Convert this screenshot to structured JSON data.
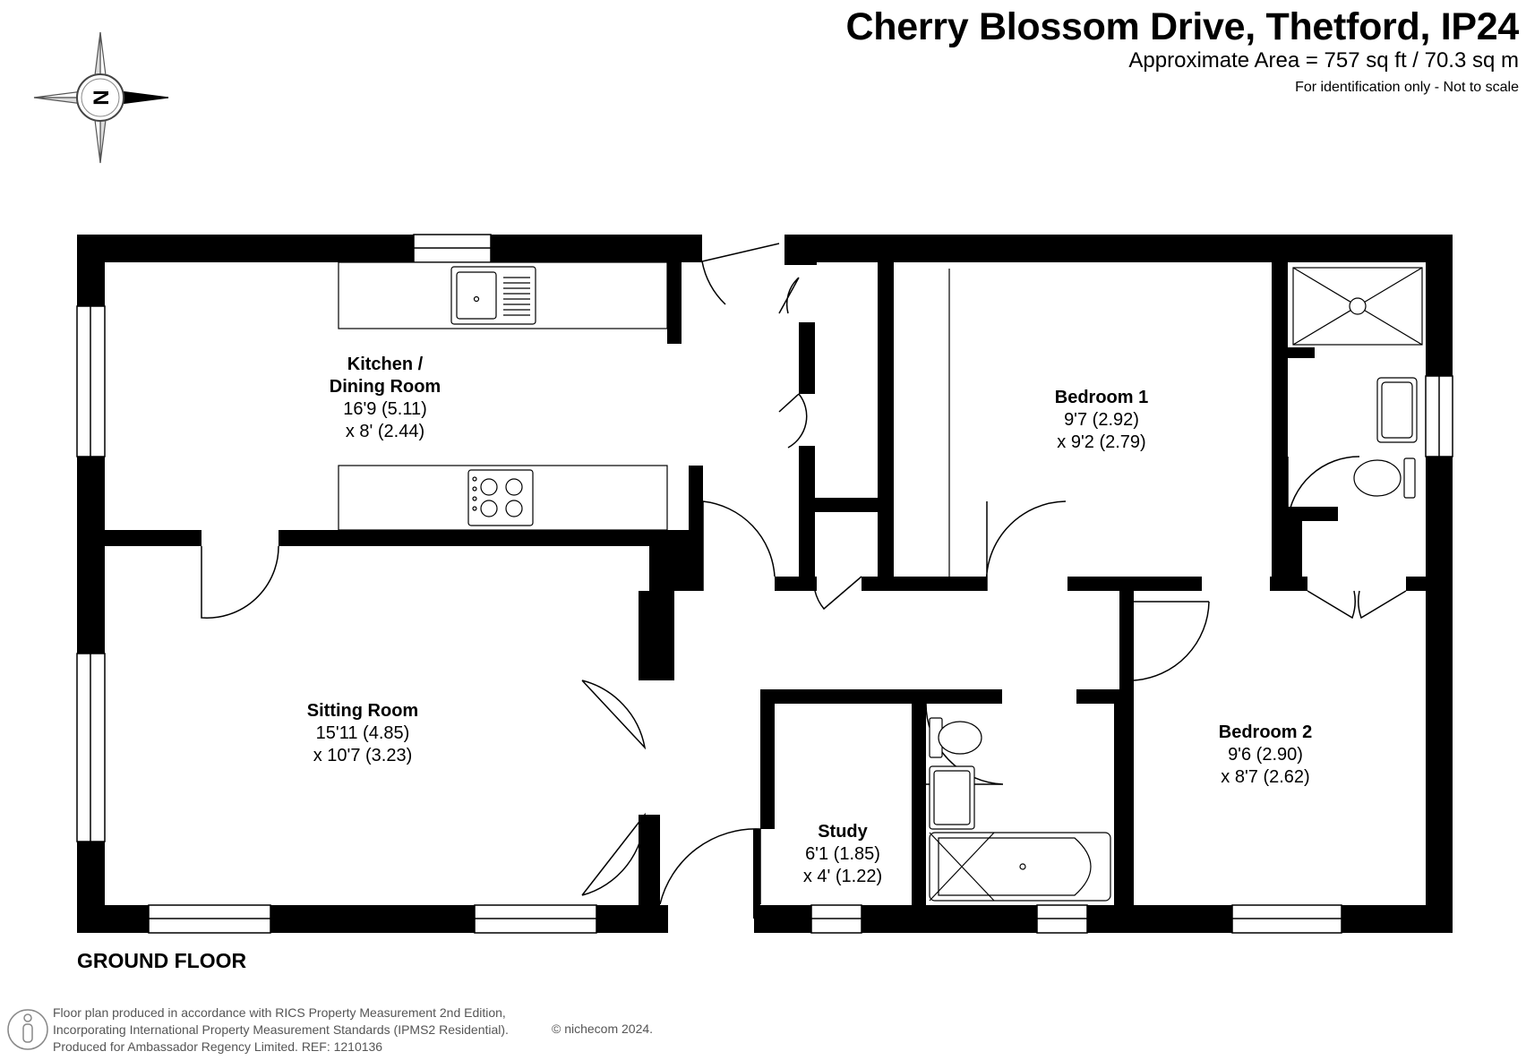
{
  "header": {
    "title": "Cherry Blossom Drive, Thetford, IP24",
    "area": "Approximate Area = 757 sq ft / 70.3 sq m",
    "note": "For identification only - Not to scale"
  },
  "compass": {
    "letter": "N"
  },
  "floor_label": "GROUND FLOOR",
  "rooms": [
    {
      "name_line1": "Kitchen /",
      "name_line2": "Dining Room",
      "dim1": "16'9 (5.11)",
      "dim2": "x 8' (2.44)"
    },
    {
      "name": "Sitting Room",
      "dim1": "15'11 (4.85)",
      "dim2": "x 10'7 (3.23)"
    },
    {
      "name": "Bedroom 1",
      "dim1": "9'7 (2.92)",
      "dim2": "x 9'2 (2.79)"
    },
    {
      "name": "Bedroom 2",
      "dim1": "9'6 (2.90)",
      "dim2": "x 8'7 (2.62)"
    },
    {
      "name": "Study",
      "dim1": "6'1 (1.85)",
      "dim2": "x 4' (1.22)"
    }
  ],
  "footer": {
    "line1": "Floor plan produced in accordance with RICS Property Measurement 2nd Edition,",
    "line2": "Incorporating International Property Measurement Standards (IPMS2 Residential).",
    "line3": "Produced for Ambassador Regency Limited.   REF:  1210136",
    "copyright": "© nichecom 2024."
  }
}
